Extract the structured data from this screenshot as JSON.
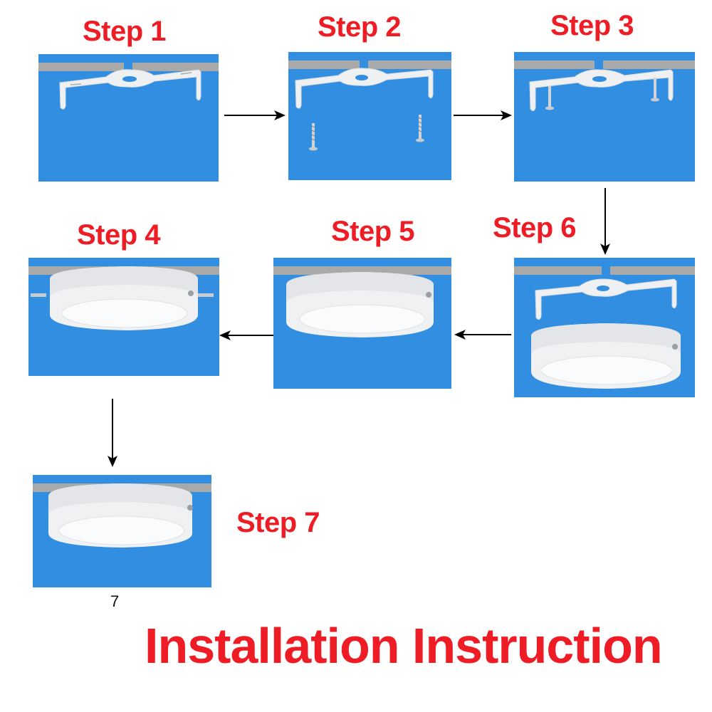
{
  "title": "Installation Instruction",
  "colors": {
    "label_red": "#ee1c25",
    "panel_blue": "#318ee0",
    "ceiling_gray": "#a9a9a9",
    "fixture_white": "#f2f2f2",
    "arrow_black": "#000000"
  },
  "steps": [
    {
      "label": "Step 1",
      "depicts": "mounting bracket under ceiling"
    },
    {
      "label": "Step 2",
      "depicts": "mounting bracket with two screws below"
    },
    {
      "label": "Step 3",
      "depicts": "screws inserted into bracket"
    },
    {
      "label": "Step 4",
      "depicts": "round LED panel fixed, side screws visible"
    },
    {
      "label": "Step 5",
      "depicts": "round LED panel mounted against ceiling"
    },
    {
      "label": "Step 6",
      "depicts": "bracket above round LED panel"
    },
    {
      "label": "Step 7",
      "depicts": "round LED panel installed",
      "caption": "7"
    }
  ],
  "flow": [
    "Step 1",
    "Step 2",
    "Step 3",
    "Step 6",
    "Step 5",
    "Step 4",
    "Step 7"
  ]
}
